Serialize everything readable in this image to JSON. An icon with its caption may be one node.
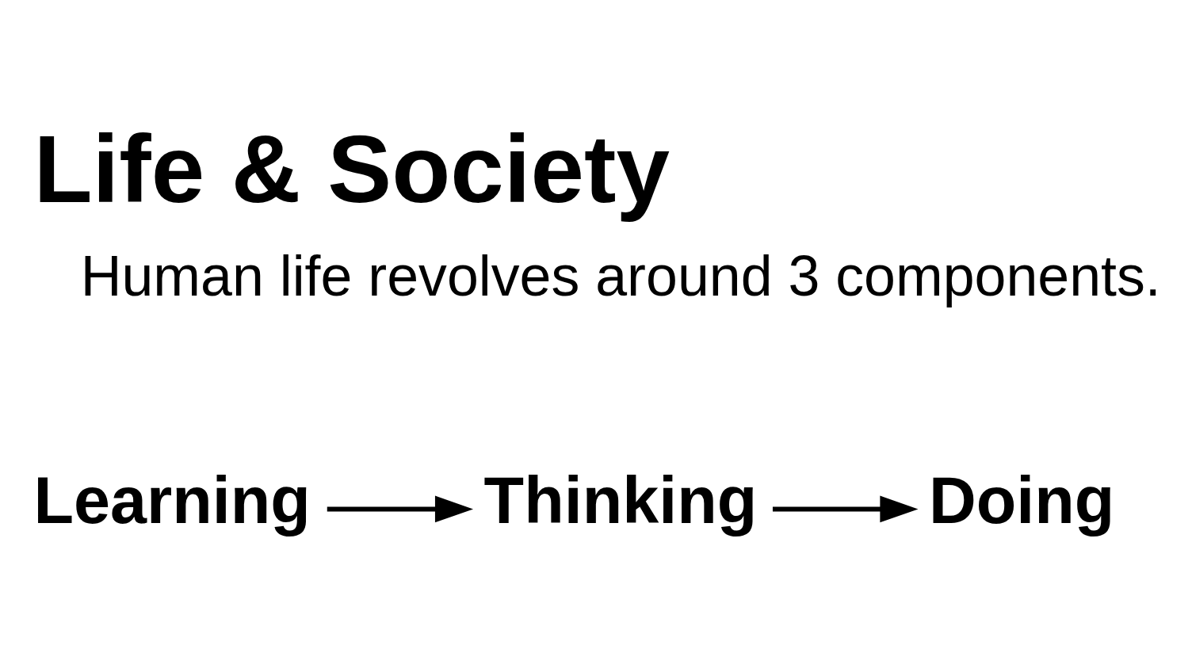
{
  "diagram": {
    "title": "Life & Society",
    "nodes": [
      {
        "text": [
          "Learning"
        ]
      },
      {
        "text": [
          "Thinking"
        ]
      },
      {
        "text": [
          "Doing"
        ]
      }
    ],
    "edges": [
      {
        "from": 0,
        "to": 1,
        "arrow": "to"
      },
      {
        "from": 1,
        "to": 2,
        "arrow": "to"
      }
    ],
    "labels": [
      "Human life revolves around 3 components."
    ]
  }
}
